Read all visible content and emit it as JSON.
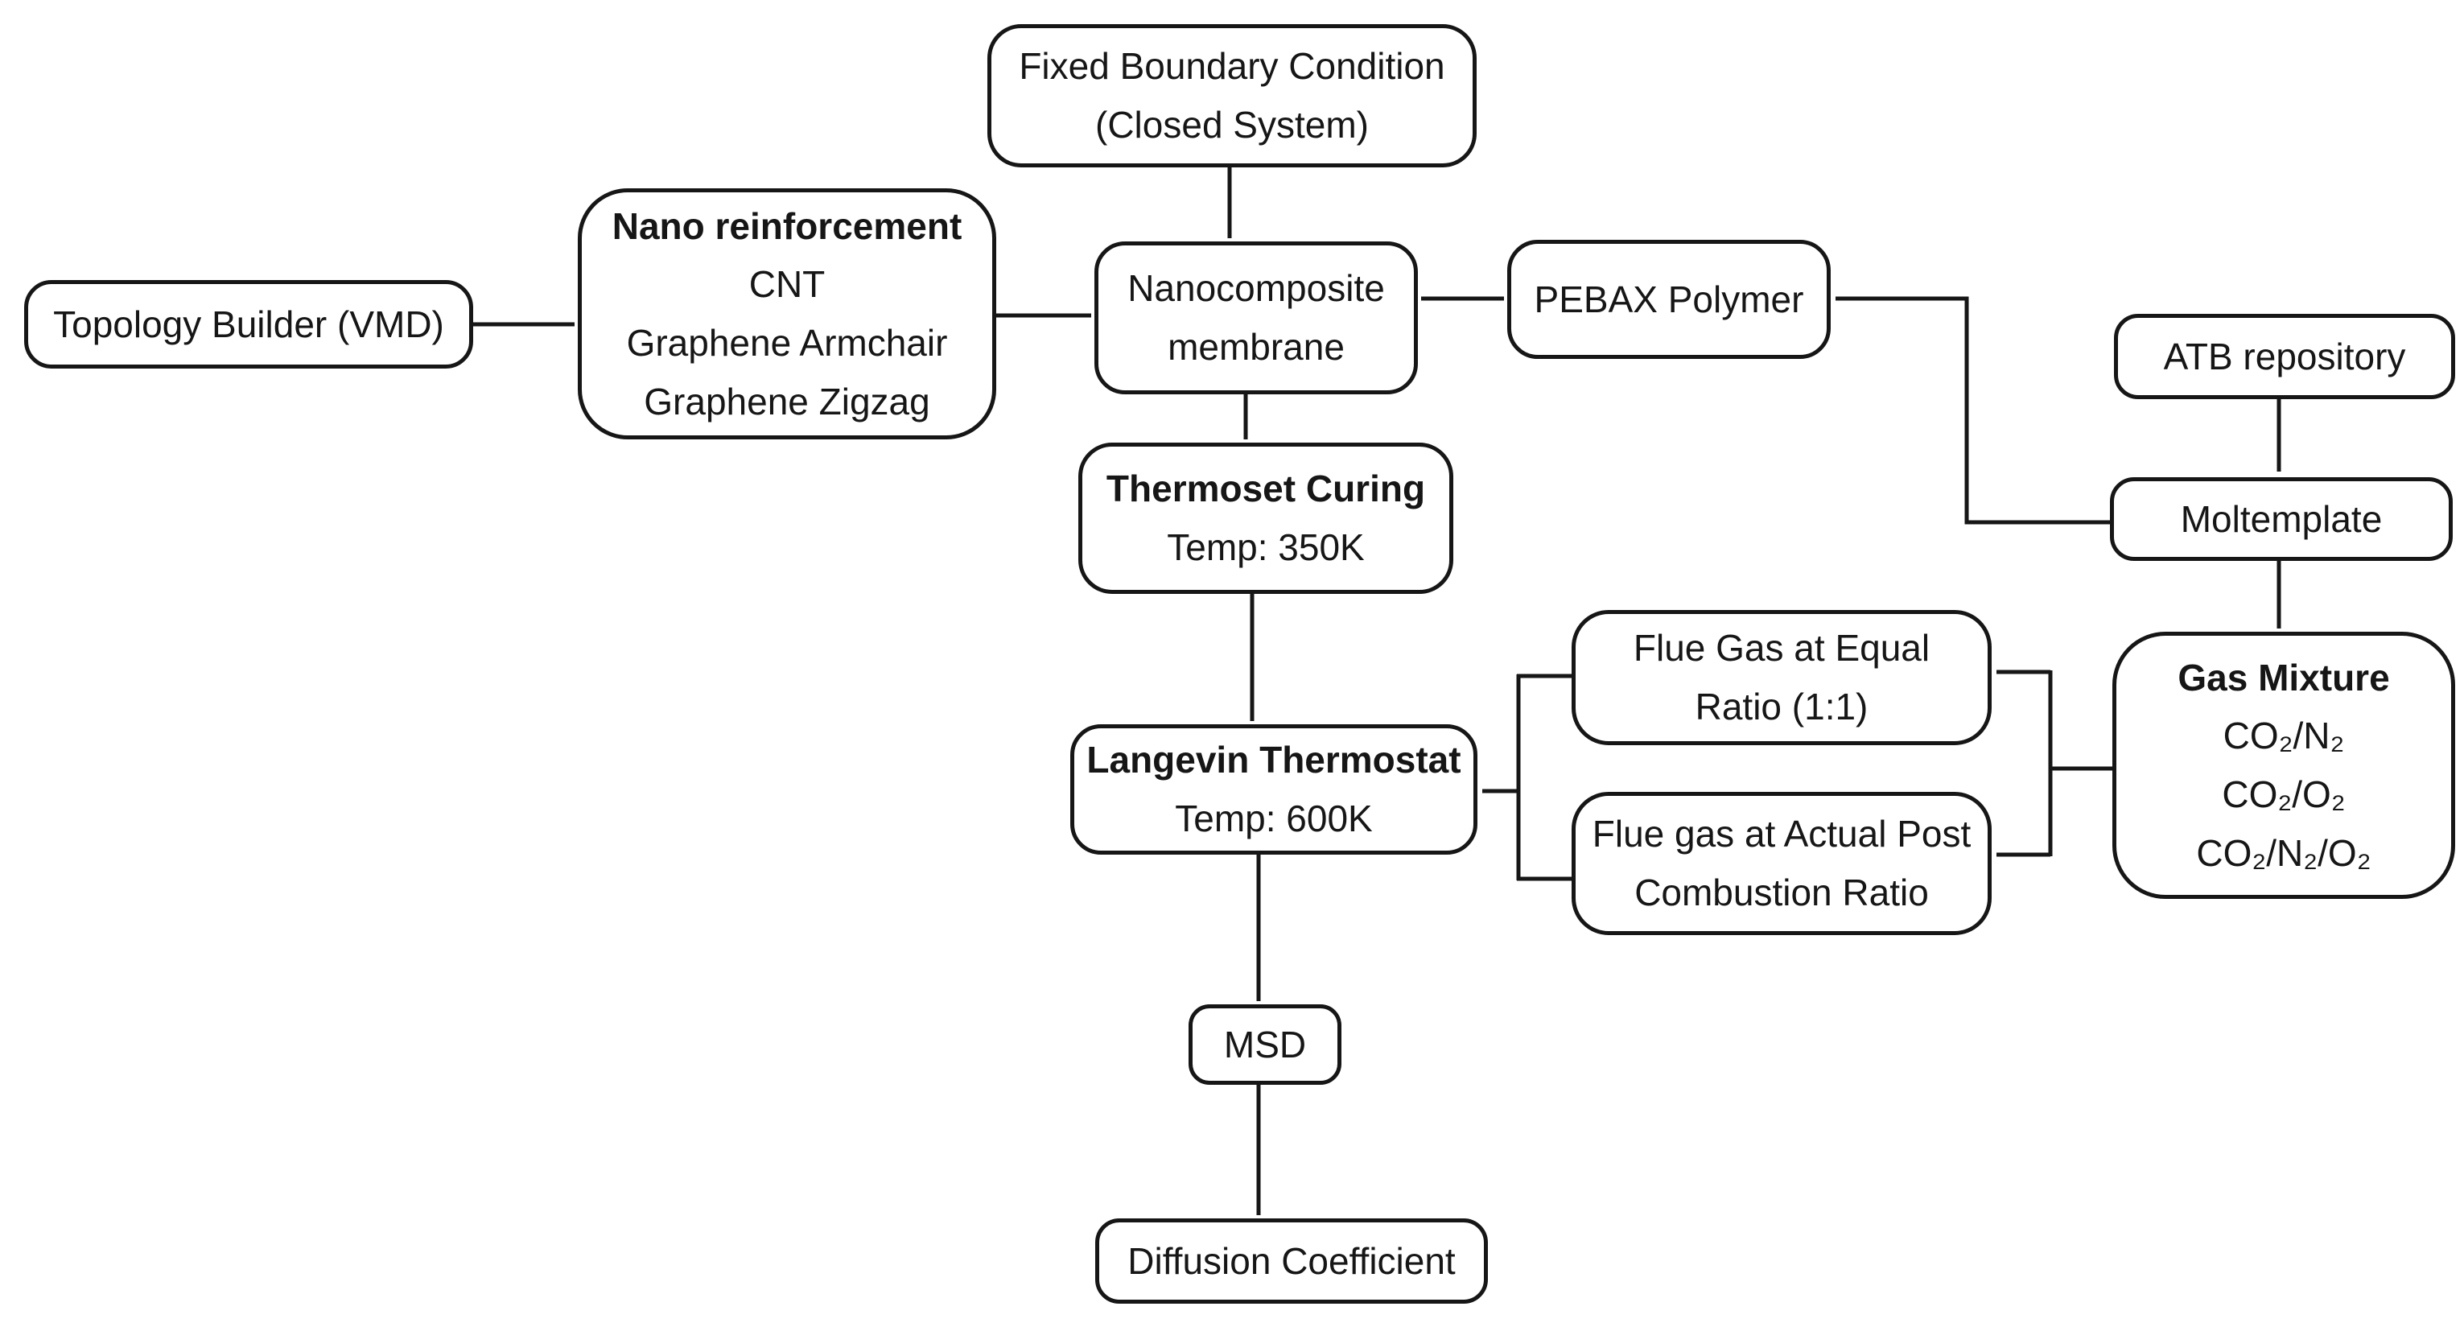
{
  "colors": {
    "line": "#161616",
    "box_fill": "#ffffff",
    "text": "#161616",
    "background": "#ffffff"
  },
  "nodes": {
    "topology": {
      "label": "Topology Builder (VMD)"
    },
    "nano": {
      "title": "Nano reinforcement",
      "items": [
        "CNT",
        "Graphene Armchair",
        "Graphene Zigzag"
      ]
    },
    "fixed": {
      "lines": [
        "Fixed Boundary Condition",
        "(Closed System)"
      ]
    },
    "membrane": {
      "lines": [
        "Nanocomposite",
        "membrane"
      ]
    },
    "pebax": {
      "label": "PEBAX Polymer"
    },
    "atb": {
      "label": "ATB repository"
    },
    "moltemplate": {
      "label": "Moltemplate"
    },
    "thermoset": {
      "title": "Thermoset Curing",
      "temp": "Temp: 350K"
    },
    "gas_mixture": {
      "title": "Gas Mixture",
      "items": [
        "CO₂/N₂",
        "CO₂/O₂",
        "CO₂/N₂/O₂"
      ]
    },
    "flue_equal": {
      "lines": [
        "Flue Gas at Equal",
        "Ratio (1:1)"
      ]
    },
    "flue_actual": {
      "lines": [
        "Flue gas at Actual Post",
        "Combustion Ratio"
      ]
    },
    "langevin": {
      "title": "Langevin Thermostat",
      "temp": "Temp: 600K"
    },
    "msd": {
      "label": "MSD"
    },
    "diffusion": {
      "label": "Diffusion Coefficient"
    }
  },
  "edges": [
    {
      "from": "topology-builder",
      "to": "nano-reinforcement"
    },
    {
      "from": "nano-reinforcement",
      "to": "nanocomposite-membrane"
    },
    {
      "from": "fixed-boundary-condition",
      "to": "nanocomposite-membrane"
    },
    {
      "from": "pebax-polymer",
      "to": "nanocomposite-membrane"
    },
    {
      "from": "moltemplate",
      "to": "pebax-polymer"
    },
    {
      "from": "atb-repository",
      "to": "moltemplate"
    },
    {
      "from": "moltemplate",
      "to": "gas-mixture"
    },
    {
      "from": "nanocomposite-membrane",
      "to": "thermoset-curing"
    },
    {
      "from": "thermoset-curing",
      "to": "langevin-thermostat"
    },
    {
      "from": "gas-mixture",
      "to": "flue-gas-equal-ratio"
    },
    {
      "from": "gas-mixture",
      "to": "flue-gas-actual-post-combustion-ratio"
    },
    {
      "from": "flue-gas-equal-ratio",
      "to": "langevin-thermostat"
    },
    {
      "from": "flue-gas-actual-post-combustion-ratio",
      "to": "langevin-thermostat"
    },
    {
      "from": "langevin-thermostat",
      "to": "msd"
    },
    {
      "from": "msd",
      "to": "diffusion-coefficient"
    }
  ]
}
